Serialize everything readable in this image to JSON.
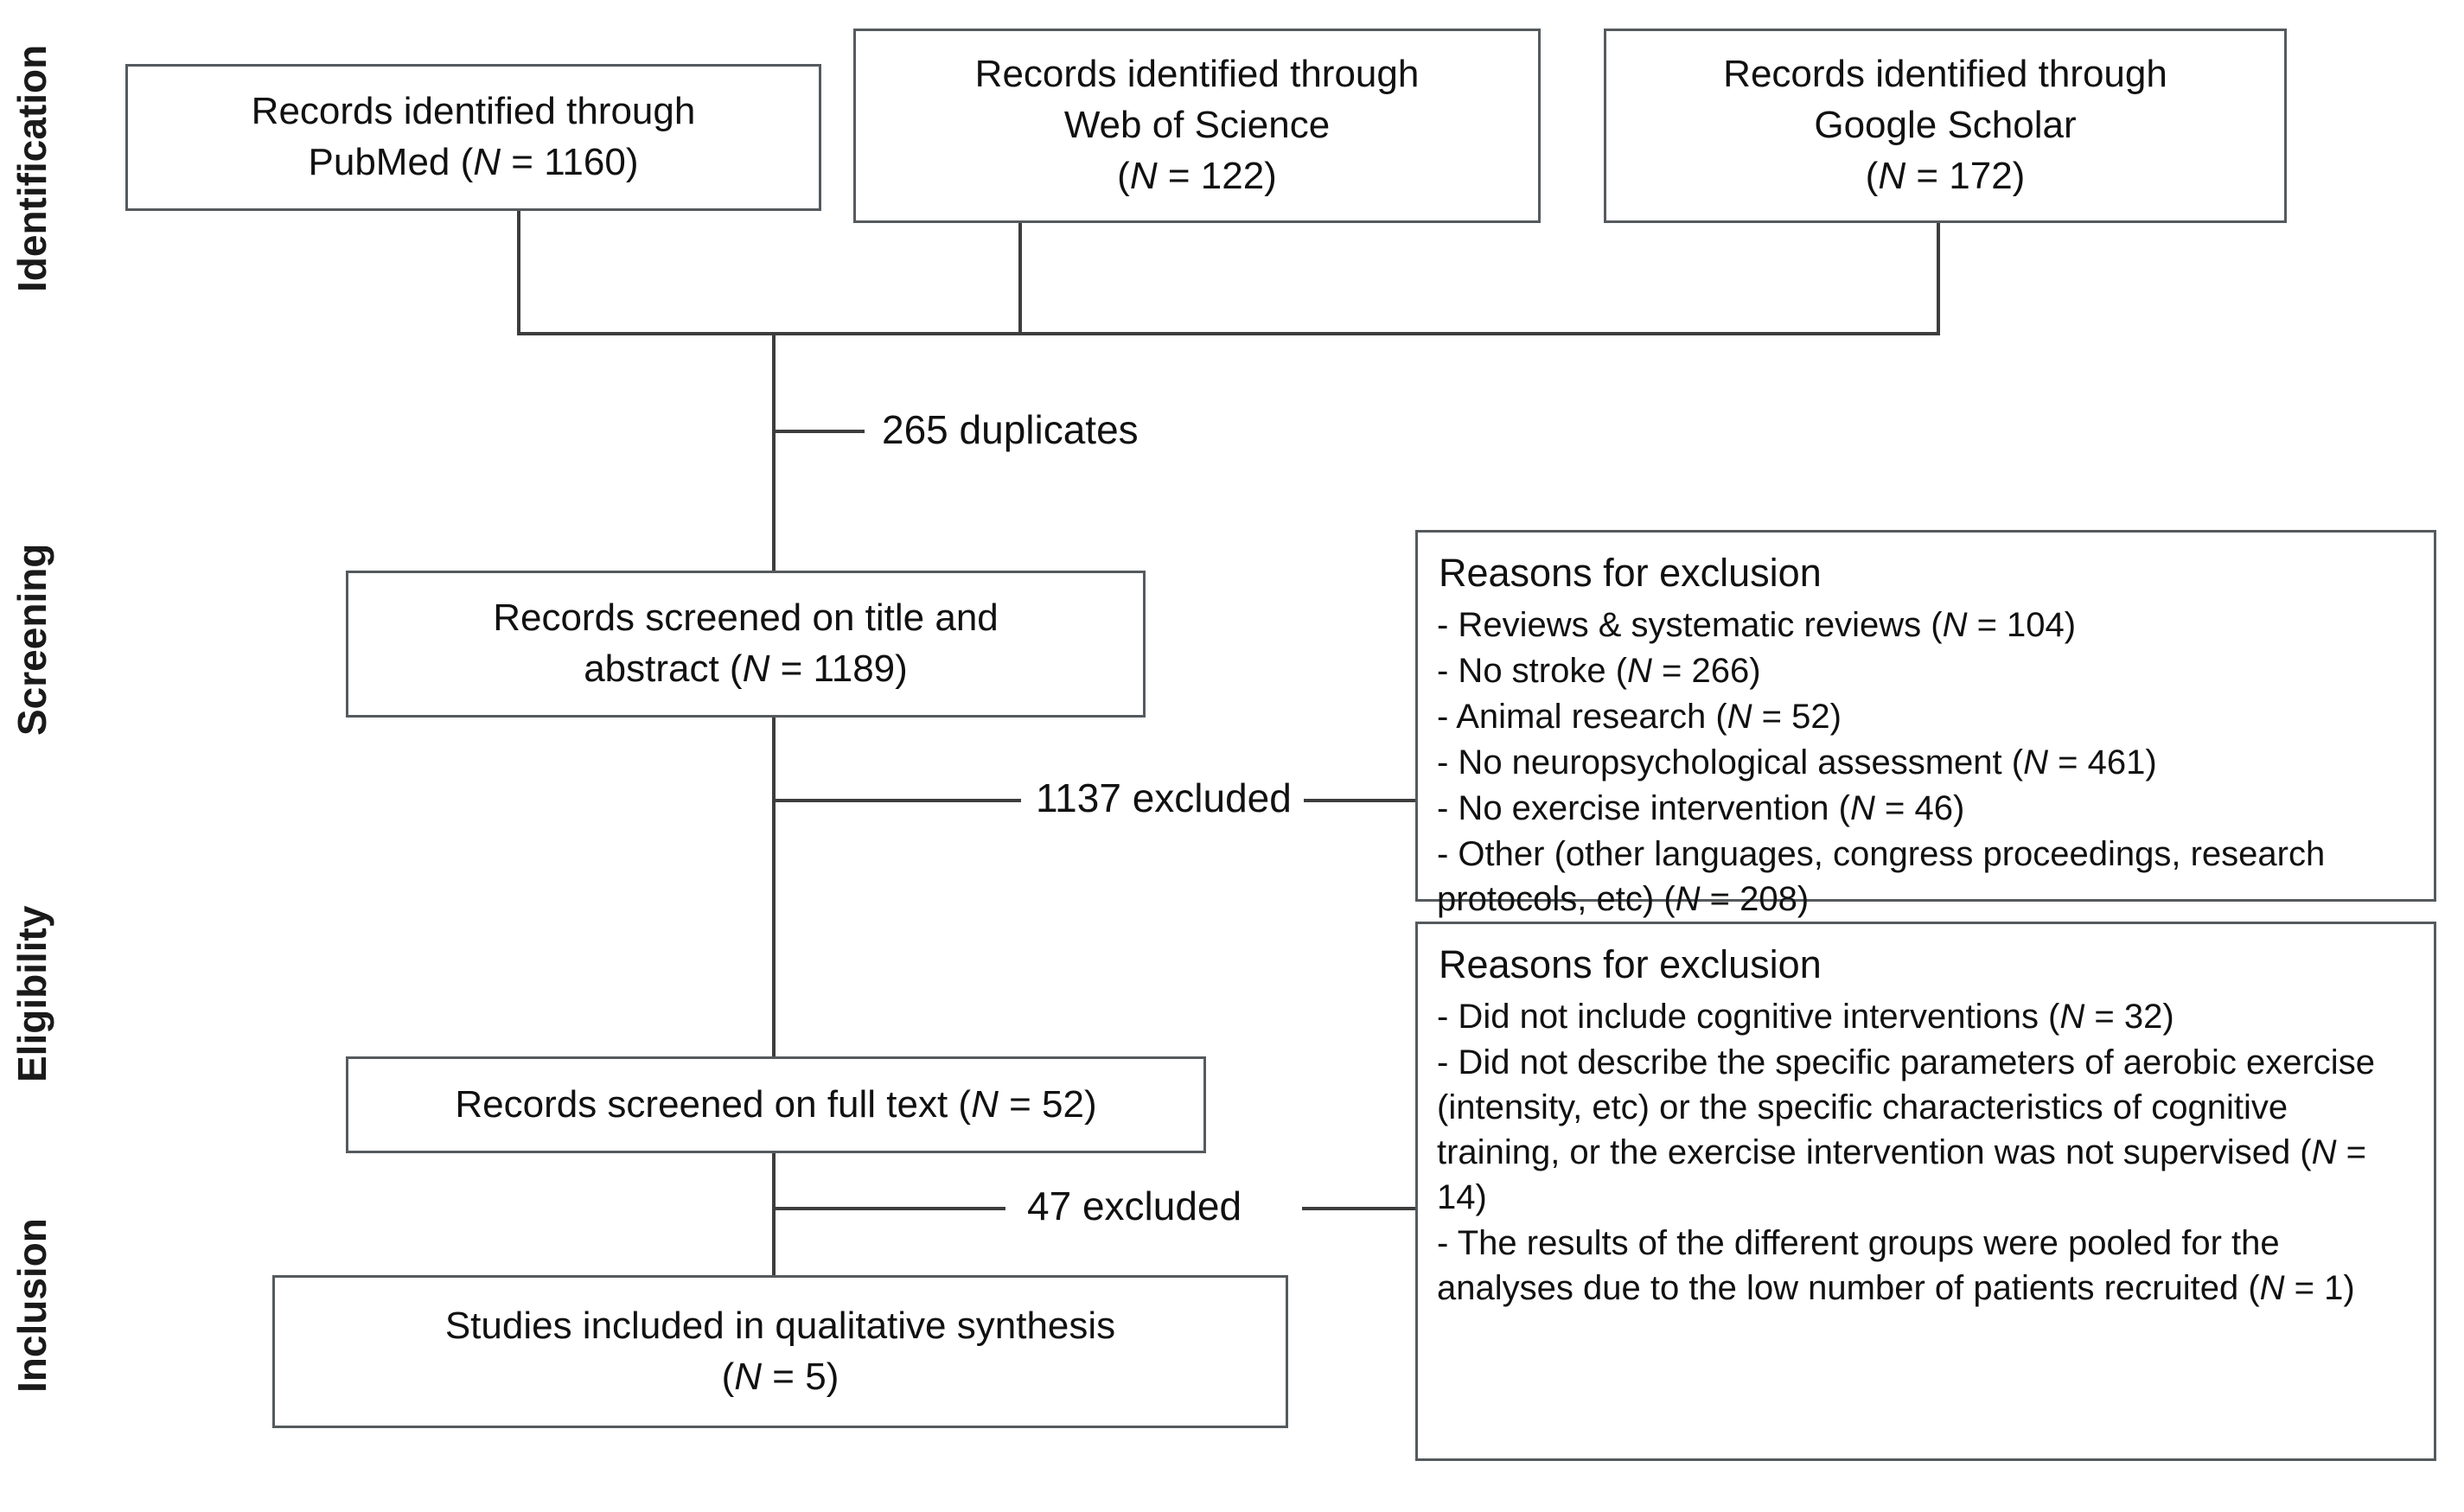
{
  "diagram": {
    "title": "PRISMA flow diagram",
    "phases": [
      {
        "id": "identification",
        "label": "Identification"
      },
      {
        "id": "screening",
        "label": "Screening"
      },
      {
        "id": "eligibility",
        "label": "Eligibility"
      },
      {
        "id": "inclusion",
        "label": "Inclusion"
      }
    ],
    "sources": [
      {
        "id": "pubmed",
        "line1": "Records identified through",
        "line2": "PubMed (",
        "n": "1160",
        "line2_suffix": ")",
        "line3": ""
      },
      {
        "id": "wos",
        "line1": "Records identified through",
        "line2": "Web of Science",
        "n": "122",
        "line3_prefix": "(",
        "line3_suffix": ")"
      },
      {
        "id": "scholar",
        "line1": "Records identified through",
        "line2": "Google Scholar",
        "n": "172",
        "line3_prefix": "(",
        "line3_suffix": ")"
      }
    ],
    "boxes": {
      "screened_title_abstract": {
        "line1": "Records screened on title and",
        "line2_prefix": "abstract (",
        "n": "1189",
        "line2_suffix": ")"
      },
      "screened_full_text": {
        "line1_prefix": "Records screened on full text (",
        "n": "52",
        "line1_suffix": ")"
      },
      "included_studies": {
        "line1": "Studies included in qualitative synthesis",
        "line2_prefix": "(",
        "n": "5",
        "line2_suffix": ")"
      }
    },
    "edges": {
      "duplicates": "265 duplicates",
      "excluded_screening": "1137 excluded",
      "excluded_eligibility": "47 excluded"
    },
    "exclusion_screening": {
      "title": "Reasons for exclusion",
      "items": [
        {
          "text": "- Reviews & systematic reviews (",
          "n": "104",
          "suffix": ")"
        },
        {
          "text": "- No stroke (",
          "n": "266",
          "suffix": ")"
        },
        {
          "text": "- Animal research (",
          "n": "52",
          "suffix": ")"
        },
        {
          "text": "- No neuropsychological assessment (",
          "n": "461",
          "suffix": ")"
        },
        {
          "text": "- No exercise intervention (",
          "n": "46",
          "suffix": ")"
        },
        {
          "text": "- Other (other languages, congress proceedings, research protocols, etc) (",
          "n": "208",
          "suffix": ")"
        }
      ]
    },
    "exclusion_eligibility": {
      "title": "Reasons for exclusion",
      "items": [
        {
          "text": "- Did not include cognitive interventions (",
          "n": "32",
          "suffix": ")"
        },
        {
          "text": "- Did not  describe the specific parameters of aerobic exercise (intensity, etc) or the specific characteristics of cognitive training, or the exercise intervention was not supervised (",
          "n": "14",
          "suffix": ")"
        },
        {
          "text": "- The results of the different groups were pooled for the analyses due to the low number of patients recruited (",
          "n": "1",
          "suffix": ")"
        }
      ]
    },
    "colors": {
      "box_border": "#555a5e",
      "line": "#3d3d3d",
      "text": "#111111",
      "background": "#ffffff"
    }
  }
}
